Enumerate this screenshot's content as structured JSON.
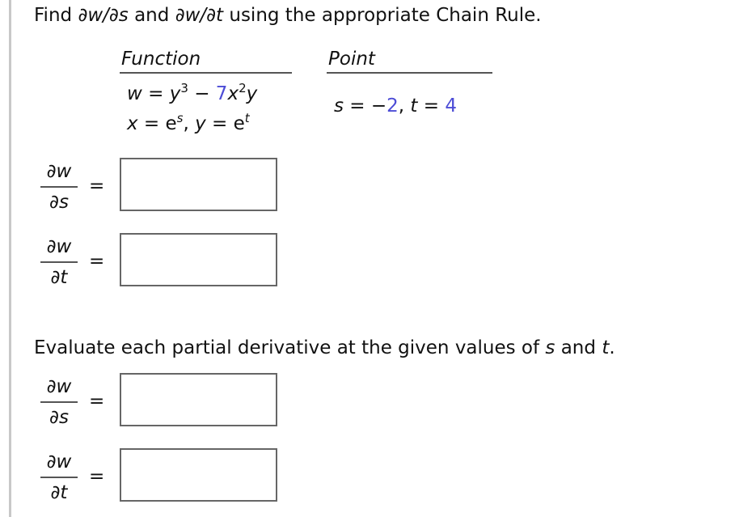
{
  "problem": {
    "title_prefix": "Find ",
    "title_ds": "∂w/∂s",
    "title_and": " and ",
    "title_dt": "∂w/∂t",
    "title_suffix": " using the appropriate Chain Rule."
  },
  "table": {
    "function_header": "Function",
    "point_header": "Point",
    "function_line1": {
      "w": "w",
      "eq": " = ",
      "y": "y",
      "exp3": "3",
      "minus": " − ",
      "coef": "7",
      "x": "x",
      "exp2": "2",
      "y2": "y"
    },
    "function_line2": {
      "x": "x",
      "eq1": " = e",
      "s": "s",
      "comma": ",  ",
      "y": "y",
      "eq2": " = e",
      "t": "t"
    },
    "point": {
      "s": "s",
      "eq1": " = −",
      "s_value": "2",
      "comma": ",  ",
      "t": "t",
      "eq2": " = ",
      "t_value": "4"
    }
  },
  "part1": {
    "rows": [
      {
        "num": "∂w",
        "den": "∂s",
        "eq": "=",
        "value": ""
      },
      {
        "num": "∂w",
        "den": "∂t",
        "eq": "=",
        "value": ""
      }
    ]
  },
  "part2": {
    "instruction_prefix": "Evaluate each partial derivative at the given values of ",
    "instruction_s": "s",
    "instruction_and": " and ",
    "instruction_t": "t",
    "instruction_end": ".",
    "rows": [
      {
        "num": "∂w",
        "den": "∂s",
        "eq": "=",
        "value": ""
      },
      {
        "num": "∂w",
        "den": "∂t",
        "eq": "=",
        "value": ""
      }
    ]
  },
  "colors": {
    "text": "#111111",
    "highlight_number": "#4c4cd6",
    "input_border": "#666666",
    "left_rule": "#c8c8c8"
  }
}
